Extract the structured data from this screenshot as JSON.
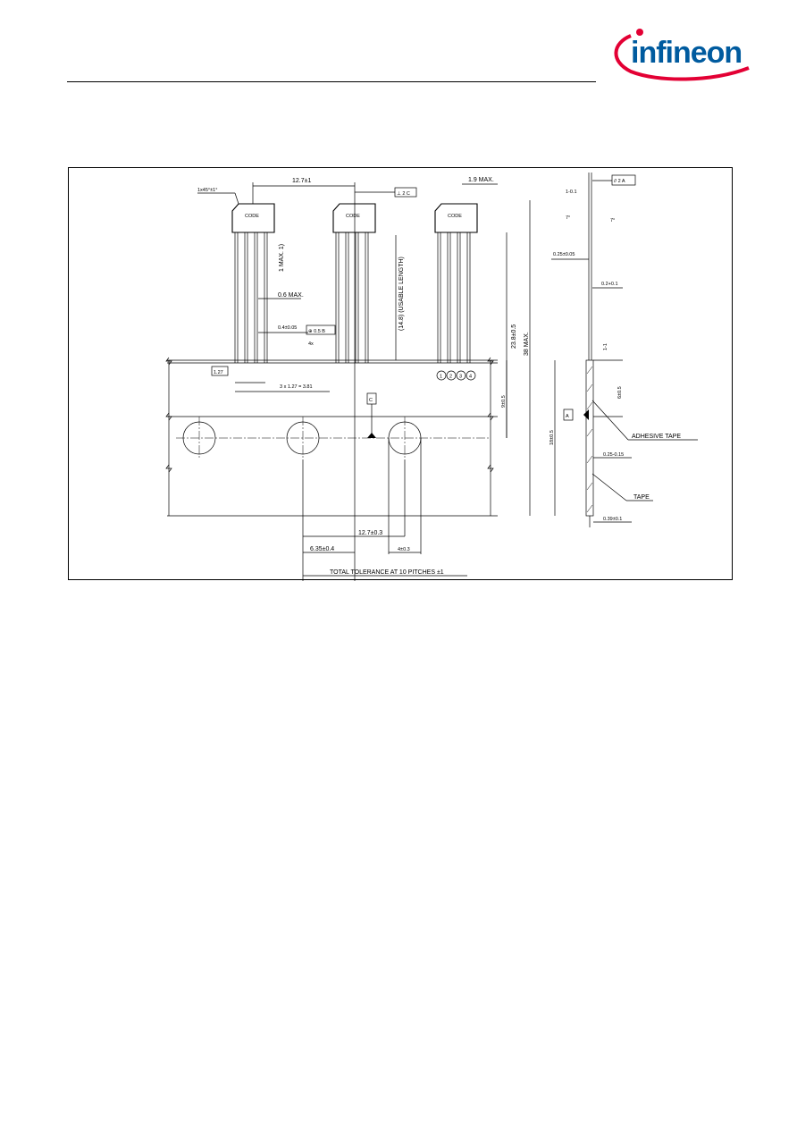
{
  "header": {
    "brand": "infineon"
  },
  "drawing": {
    "labels": {
      "chamfer": "1x45°±1°",
      "pitch_top": "12.7±1",
      "perpendicularity": "⊥ 2 C",
      "body_max": "1.9 MAX.",
      "body_offset": "1 MAX. 1)",
      "lead_width": "0.6 MAX.",
      "lead_thickness": "0.4±0.05",
      "position_tol": "⊕ 0.5 B",
      "count": "4x",
      "lead_pitch": "1.27",
      "total_pitch": "3 x 1.27 = 3.81",
      "usable_length": "(14.8) (USABLE LENGTH)",
      "overall_height": "23.8±0.5",
      "max_length": "38 MAX.",
      "hole_offset": "9±0.5",
      "datum_c": "C",
      "sprocket_pitch": "12.7±0.3",
      "hole_center": "6.35±0.4",
      "hole_pos": "4±0.3",
      "total_tolerance": "TOTAL TOLERANCE AT 10 PITCHES ±1",
      "code": "CODE",
      "pin1": "1",
      "pin2": "2",
      "pin3": "3",
      "pin4": "4",
      "side_top": "1-0.1",
      "parallelism": "// 2 A",
      "angle1": "7°",
      "angle2": "7°",
      "thickness_body": "0.25±0.05",
      "lead_side": "0.2+0.1",
      "side_gap": "1-1",
      "tape_6": "6±0.5",
      "datum_a": "A",
      "tape_width": "18±0.5",
      "adhesive": "ADHESIVE TAPE",
      "adhesive_thk": "0.25-0.15",
      "tape": "TAPE",
      "tape_thk": "0.39±0.1"
    }
  }
}
